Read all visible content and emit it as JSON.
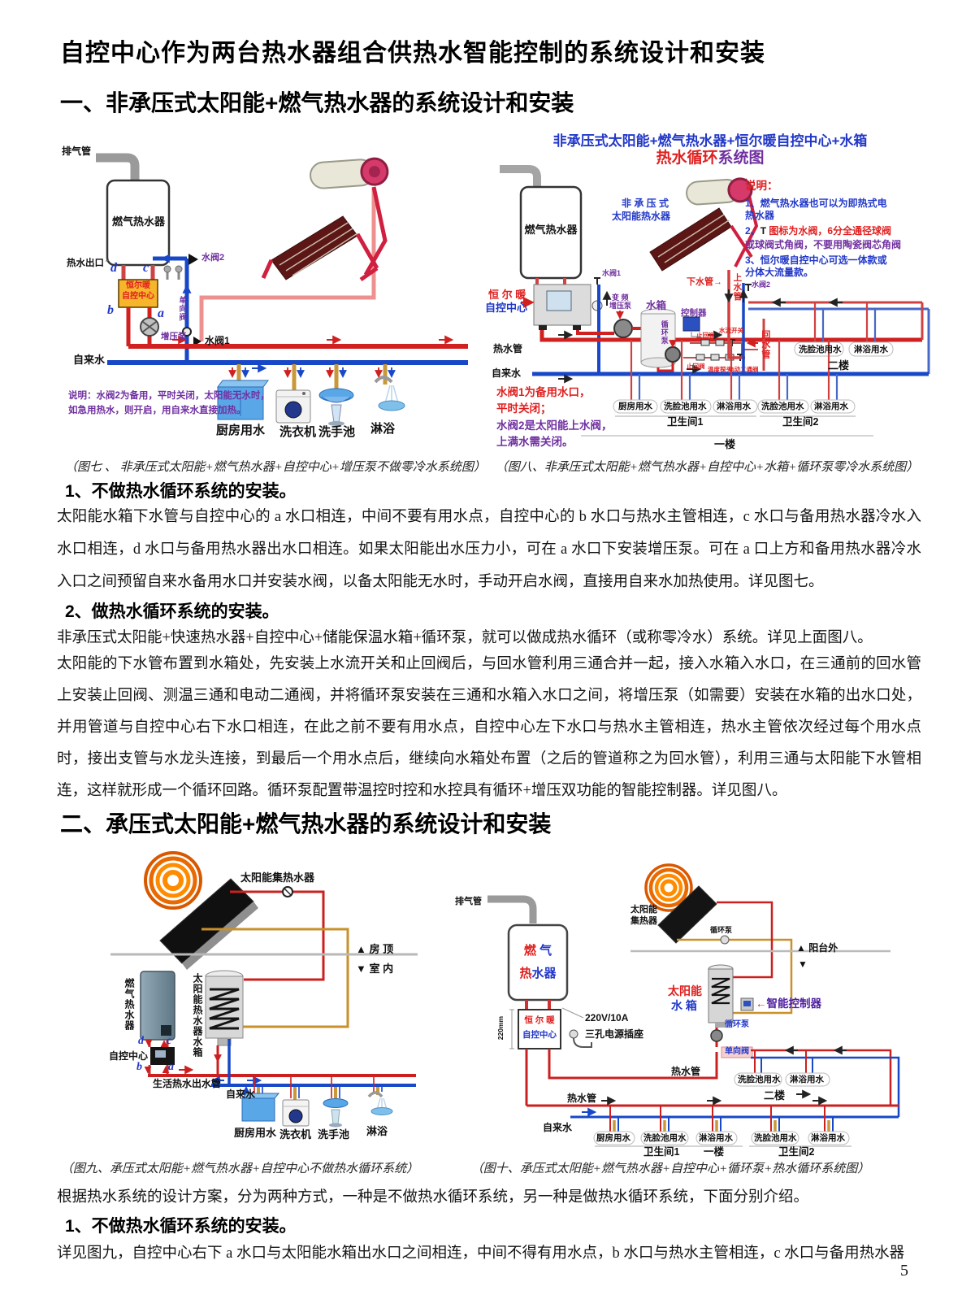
{
  "doc": {
    "title": "自控中心作为两台热水器组合供热水智能控制的系统设计和安装",
    "page_no": "5",
    "colors": {
      "red": "#e02020",
      "blue": "#2238c8",
      "purple": "#7030a0"
    }
  },
  "s1": {
    "heading": "一、非承压式太阳能+燃气热水器的系统设计和安装",
    "sub1": "1、不做热水循环系统的安装。",
    "para1": "太阳能水箱下水管与自控中心的 a 水口相连，中间不要有用水点，自控中心的 b 水口与热水主管相连，c 水口与备用热水器冷水入水口相连，d 水口与备用热水器出水口相连。如果太阳能出水压力小，可在 a 水口下安装增压泵。可在 a 口上方和备用热水器冷水入口之间预留自来水备用水口并安装水阀，以备太阳能无水时，手动开启水阀，直接用自来水加热使用。详见图七。",
    "sub2": "2、做热水循环系统的安装。",
    "para2a": "非承压式太阳能+快速热水器+自控中心+储能保温水箱+循环泵，就可以做成热水循环（或称零冷水）系统。详见上面图八。",
    "para2b": "太阳能的下水管布置到水箱处，先安装上水流开关和止回阀后，与回水管利用三通合并一起，接入水箱入水口，在三通前的回水管上安装止回阀、测温三通和电动二通阀，并将循环泵安装在三通和水箱入水口之间，将增压泵（如需要）安装在水箱的出水口处，并用管道与自控中心右下水口相连，在此之前不要有用水点，自控中心左下水口与热水主管相连，热水主管依次经过每个用水点时，接出支管与水龙头连接，到最后一个用水点后，继续向水箱处布置（之后的管道称之为回水管），利用三通与太阳能下水管相连，这样就形成一个循环回路。循环泵配置带温控时控和水控具有循环+增压双功能的智能控制器。详见图八。"
  },
  "s2": {
    "heading": "二、承压式太阳能+燃气热水器的系统设计和安装",
    "para_intro": "根据热水系统的设计方案，分为两种方式，一种是不做热水循环系统，另一种是做热水循环系统，下面分别介绍。",
    "sub1": "1、不做热水循环系统的安装。",
    "para1": "详见图九，自控中心右下 a 水口与太阳能水箱出水口之间相连，中间不得有用水点，b 水口与热水主管相连，c 水口与备用热水器"
  },
  "cap": {
    "fig7": "（图七 、 非承压式太阳能+燃气热水器+自控中心+增压泵不做零冷水系统图）",
    "fig8": "（图八、非承压式太阳能+燃气热水器+自控中心+水箱+循环泵零冷水系统图）",
    "fig9": "（图九、承压式太阳能+燃气热水器+自控中心不做热水循环系统）",
    "fig10": "（图十、承压式太阳能+燃气热水器+自控中心+循环泵+热水循环系统图）"
  },
  "f7": {
    "exhaust": "排气管",
    "gas_heater": "燃气热水器",
    "hot_outlet": "热水出口",
    "port_d": "d",
    "port_c": "c",
    "port_b": "b",
    "port_a": "a",
    "brand1": "恒尔暖",
    "brand2": "自控中心",
    "booster": "增压泵",
    "valve2": "水阀2",
    "check_valve": "单向阀",
    "valve1": "水阀1",
    "tap": "自来水",
    "note1": "说明：水阀2为备用，平时关闭，太阳能无水时，",
    "note2": "如急用热水，则开启，用自来水直接加热。",
    "kitchen": "厨房用水",
    "washer": "洗衣机",
    "basin": "洗手池",
    "shower": "淋浴"
  },
  "f8": {
    "title1": "非承压式太阳能+燃气热水器+恒尔暖自控中心+水箱",
    "title2a": "热水循环",
    "title2b": "系统图",
    "gas_heater": "燃气热水器",
    "solar1": "非 承 压 式",
    "solar2": "太阳能热水器",
    "notes_hd": "说明：",
    "n1a": "1、燃气热水器也可以为即热式电",
    "n1b": "热水器",
    "n2a": "2、",
    "n2b": "T ",
    "n2c": "图标为水阀，6分全通径球阀",
    "n2d": "或球阀式角阀，不要用陶瓷阀芯角阀",
    "n3a": "3、恒尔暖自控中心可选一体款或",
    "n3b": "分体大流量款。",
    "brand1": "恒 尔 暖",
    "brand2": "自控中心",
    "valve1": "水阀1",
    "valve2": "水阀2",
    "down_pipe": "下水管→",
    "up_pipe": "上水管",
    "return_pipe": "回水管",
    "vfd1": "变 频",
    "vfd2": "增压泵",
    "tank": "水箱",
    "controller": "控制器",
    "circ_pump": "循环泵",
    "check1": "止回阀",
    "flow_switch": "水流开关",
    "check2": "止回阀",
    "temp_probe": "温度探头",
    "motor_valve": "电动二通阀",
    "basin_2f": "洗脸池用水",
    "shower_2f": "淋浴用水",
    "floor2": "二楼",
    "hot_pipe": "热水管",
    "tap": "自来水",
    "rednote1": "水阀1为备用水口，",
    "rednote2": "平时关闭；",
    "purnote1": "水阀2是太阳能上水阀，",
    "purnote2": "上满水需关闭。",
    "kitchen": "厨房用水",
    "basin1": "洗脸池用水",
    "shower1": "淋浴用水",
    "basin2": "洗脸池用水",
    "shower2": "淋浴用水",
    "bath1": "卫生间1",
    "bath2": "卫生间2",
    "floor1": "一楼"
  },
  "f9": {
    "collector": "太阳能集热水器",
    "roof": "▲ 房 顶",
    "indoor": "▼ 室 内",
    "gas_heater": "燃气热水器",
    "tank_label": "太阳能热水器水箱",
    "control": "自控中心",
    "port_d": "d",
    "port_c": "c",
    "port_b": "b",
    "port_a": "a",
    "hot_out": "生活热水出水管",
    "tap": "自来水",
    "kitchen": "厨房用水",
    "washer": "洗衣机",
    "basin": "洗手池",
    "shower": "淋浴"
  },
  "f10": {
    "exhaust": "排气管",
    "gas_a": "燃",
    "gas_b": "气",
    "gas_c": "热",
    "gas_d": "水器",
    "brand1": "恒 尔 暖",
    "brand2": "自控中心",
    "dim": "220mm",
    "power": "220V/10A",
    "socket": "三孔电源插座",
    "solar1": "太阳能",
    "solar2": "集热器",
    "circ_top": "循环泵",
    "balcony": "▲ 阳台外",
    "balcony_down": "▼",
    "tank1": "太阳能",
    "tank2": "水 箱",
    "smart_arrow": "←",
    "smart": "智能控制器",
    "circ_pump": "循环泵",
    "check": "单向阀",
    "hot1": "热水管",
    "hot2": "热水管",
    "tap": "自来水",
    "basin_2f": "洗脸池用水",
    "shower_2f": "淋浴用水",
    "floor2": "二楼",
    "kitchen": "厨房用水",
    "basin1": "洗脸池用水",
    "shower1": "淋浴用水",
    "basin2": "洗脸池用水",
    "shower2": "淋浴用水",
    "bath1": "卫生间1",
    "bath2": "卫生间2",
    "floor1": "一楼"
  }
}
